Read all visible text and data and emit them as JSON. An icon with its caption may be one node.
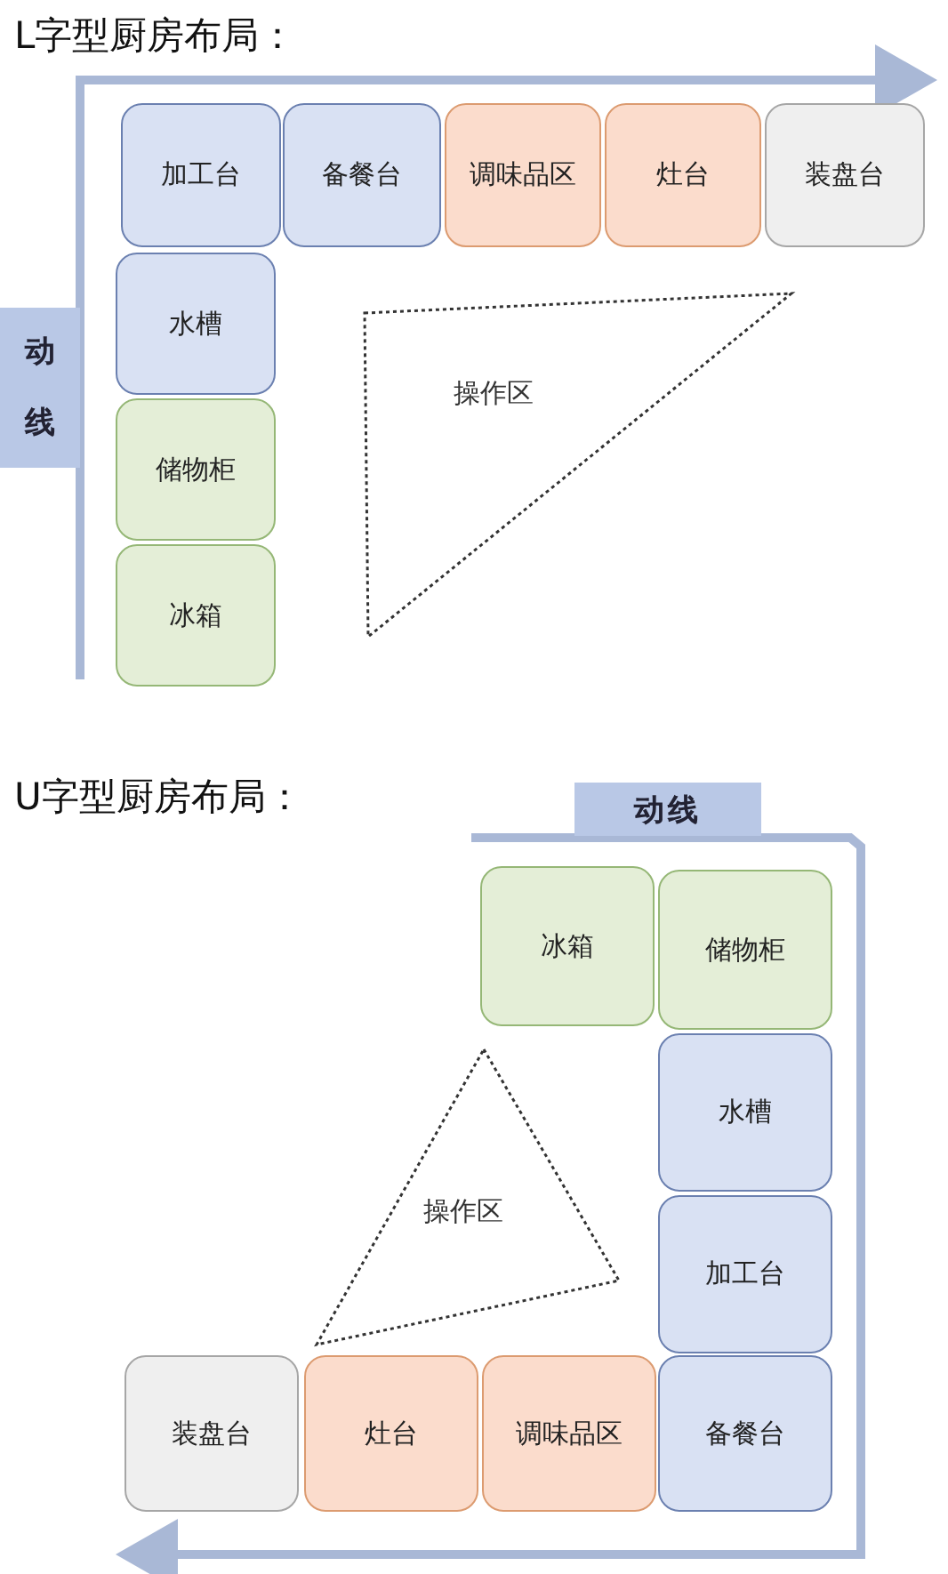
{
  "diagram": {
    "nodes": [
      {
        "text": [
          "动线"
        ]
      },
      {
        "text": [
          "加工台"
        ]
      },
      {
        "text": [
          "备餐台"
        ]
      },
      {
        "text": [
          "调味品区"
        ]
      },
      {
        "text": [
          "灶台"
        ]
      },
      {
        "text": [
          "装盘台"
        ]
      },
      {
        "text": [
          "水槽"
        ]
      },
      {
        "text": [
          "储物柜"
        ]
      },
      {
        "text": [
          "冰箱"
        ]
      },
      {
        "text": [
          "操作区"
        ]
      },
      {
        "text": [
          "动线"
        ]
      },
      {
        "text": [
          "冰箱"
        ]
      },
      {
        "text": [
          "储物柜"
        ]
      },
      {
        "text": [
          "水槽"
        ]
      },
      {
        "text": [
          "加工台"
        ]
      },
      {
        "text": [
          "操作区"
        ]
      },
      {
        "text": [
          "装盘台"
        ]
      },
      {
        "text": [
          "灶台"
        ]
      },
      {
        "text": [
          "调味品区"
        ]
      },
      {
        "text": [
          "备餐台"
        ]
      }
    ],
    "edges": [],
    "labels": [
      "L字型厨房布局：",
      "U字型厨房布局："
    ]
  }
}
